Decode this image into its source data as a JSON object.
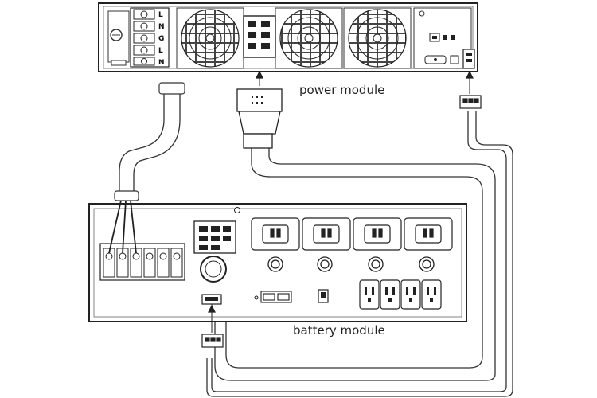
{
  "labels": {
    "power_module": "power module",
    "battery_module": "battery module"
  },
  "terminal_letters": [
    "L",
    "N",
    "G",
    "L",
    "N"
  ]
}
